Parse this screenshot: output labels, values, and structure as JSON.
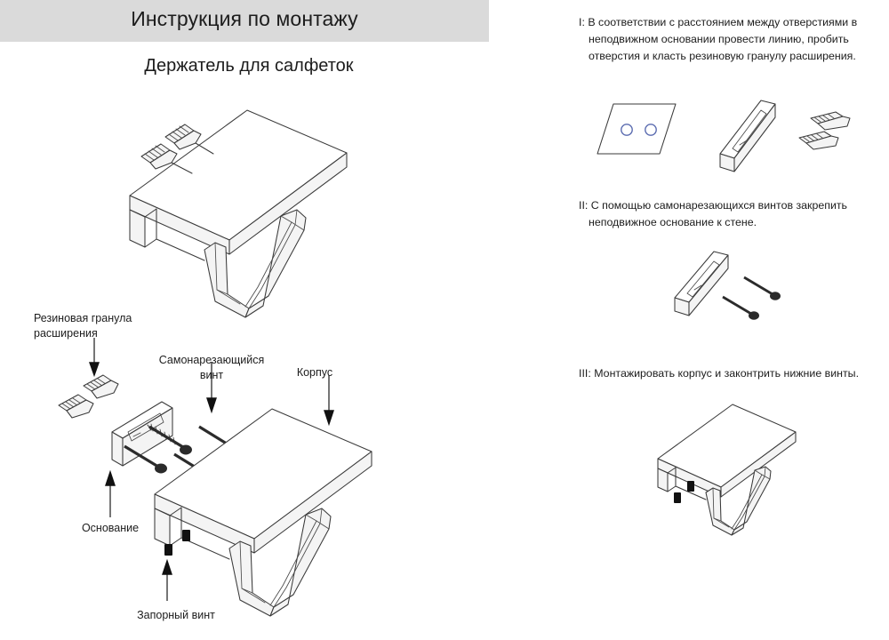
{
  "header": {
    "title": "Инструкция по монтажу",
    "product_title": "Держатель для салфеток"
  },
  "steps": [
    {
      "id": "I",
      "text": "I: В соответствии с расстоянием между отверстиями в неподвижном основании провести линию, пробить отверстия и класть резиновую гранулу расширения."
    },
    {
      "id": "II",
      "text": "II: С помощью самонарезающихся винтов закрепить неподвижное основание к стене."
    },
    {
      "id": "III",
      "text": "III: Монтажировать корпус и законтрить нижние винты."
    }
  ],
  "callouts": {
    "rubber_anchor": "Резиновая гранула расширения",
    "self_tapping_screw": "Самонарезающийся винт",
    "body": "Корпус",
    "base": "Основание",
    "lock_screw": "Запорный винт"
  },
  "colors": {
    "header_bar": "#dadada",
    "text": "#1c1c1c",
    "line": "#3a3a3a",
    "hole_marker": "#5b6cb0",
    "screw_dark": "#2b2b2b",
    "page_background": "#ffffff"
  },
  "figures": {
    "hero": "napkin-holder-isometric-with-two-anchors",
    "exploded": "exploded-assembly-base-screws-anchors-body-lockscrews",
    "step1": "wall-plate-with-two-holes, mounting-bracket, two-rubber-anchors",
    "step2": "mounting-bracket-with-two-self-tapping-screws",
    "step3": "assembled-holder-with-two-lock-screws"
  }
}
